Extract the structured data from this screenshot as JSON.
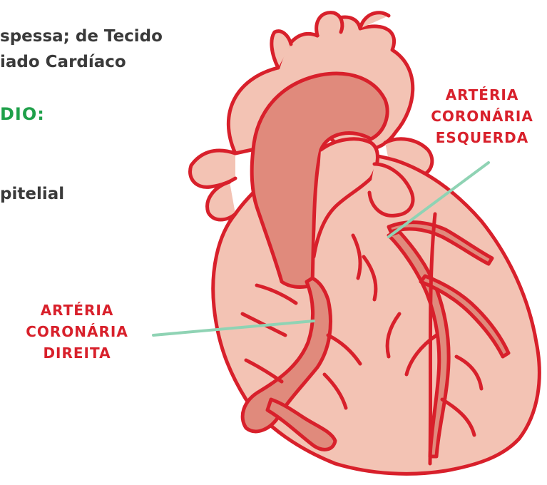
{
  "notes": {
    "line1": "spessa; de Tecido",
    "line2": "iado Cardíaco",
    "heading": "DIO:",
    "line3": "pitelial"
  },
  "labels": {
    "right_coronary": {
      "line1": "ARTÉRIA",
      "line2": "CORONÁRIA",
      "line3": "DIREITA"
    },
    "left_coronary": {
      "line1": "ARTÉRIA",
      "line2": "CORONÁRIA",
      "line3": "ESQUERDA"
    }
  },
  "colors": {
    "outline": "#d8202b",
    "heart_fill": "#f3c3b4",
    "vessel_fill": "#e08a7c",
    "leader_line": "#8fd3b4",
    "heading": "#1fa04a",
    "text": "#3a3a3a"
  }
}
